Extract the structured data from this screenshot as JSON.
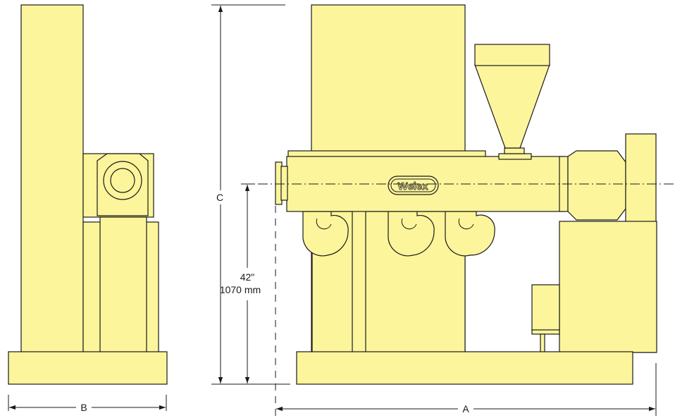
{
  "brand": "Welex",
  "dimensions": {
    "a_label": "A",
    "b_label": "B",
    "c_label": "C",
    "height_in": "42\"",
    "height_mm": "1070 mm"
  },
  "colors": {
    "machine_fill": "#fdf59b",
    "outline": "#1a1a1a"
  }
}
